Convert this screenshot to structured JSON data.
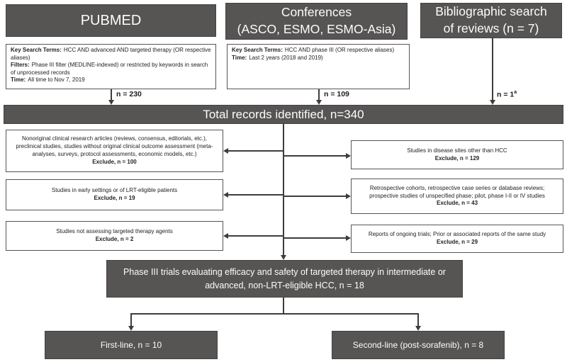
{
  "palette": {
    "dark_fill": "#575454",
    "dark_border": "#454242",
    "light_border": "#565656",
    "line": "#3d3d3d"
  },
  "top": {
    "pubmed": {
      "title": "PUBMED",
      "details": [
        {
          "label": "Key Search Terms:",
          "text": "HCC AND advanced AND targeted therapy (OR respective aliases)"
        },
        {
          "label": "Filters:",
          "text": "Phase III filter (MEDLINE-indexed) or restricted by keywords in search of unprocessed records"
        },
        {
          "label": "Time:",
          "text": "All time to Nov 7, 2019"
        }
      ],
      "count": "n = 230"
    },
    "conferences": {
      "title_line1": "Conferences",
      "title_line2": "(ASCO, ESMO, ESMO-Asia)",
      "details": [
        {
          "label": "Key Search Terms:",
          "text": "HCC AND phase III (OR respective aliases)"
        },
        {
          "label": "Time:",
          "text": "Last 2 years (2018 and 2019)"
        }
      ],
      "count": "n = 109"
    },
    "bibliographic": {
      "title_line1": "Bibliographic search",
      "title_line2": "of reviews (n = 7)",
      "count": "n = 1",
      "count_sup": "a"
    }
  },
  "total_bar": {
    "text": "Total records identified, n=340"
  },
  "exclusions": {
    "left": [
      {
        "text": "Nonoriginal clinical research articles (reviews, consensus, editorials, etc.), preclinical studies, studies without original clinical outcome assessment (meta-analyses, surveys, protocol assessments, economic models, etc.)",
        "exclude": "Exclude, n = 100"
      },
      {
        "text": "Studies in early settings or of LRT-eligible patients",
        "exclude": "Exclude, n = 19"
      },
      {
        "text": "Studies not assessing targeted therapy agents",
        "exclude": "Exclude, n = 2"
      }
    ],
    "right": [
      {
        "text": "Studies in disease sites other than HCC",
        "exclude": "Exclude, n = 129"
      },
      {
        "text": "Retrospective cohorts, retrospective case series or database reviews; prospective studies of unspecified phase; pilot, phase I-II or IV studies",
        "exclude": "Exclude, n = 43"
      },
      {
        "text": "Reports of ongoing trials; Prior or associated reports of the same study",
        "exclude": "Exclude, n = 29"
      }
    ]
  },
  "selection": {
    "text": "Phase III trials evaluating efficacy and safety of targeted therapy in intermediate or advanced, non-LRT-eligible HCC, n = 18"
  },
  "outcomes": {
    "first_line": "First-line, n = 10",
    "second_line": "Second-line (post-sorafenib), n = 8"
  }
}
